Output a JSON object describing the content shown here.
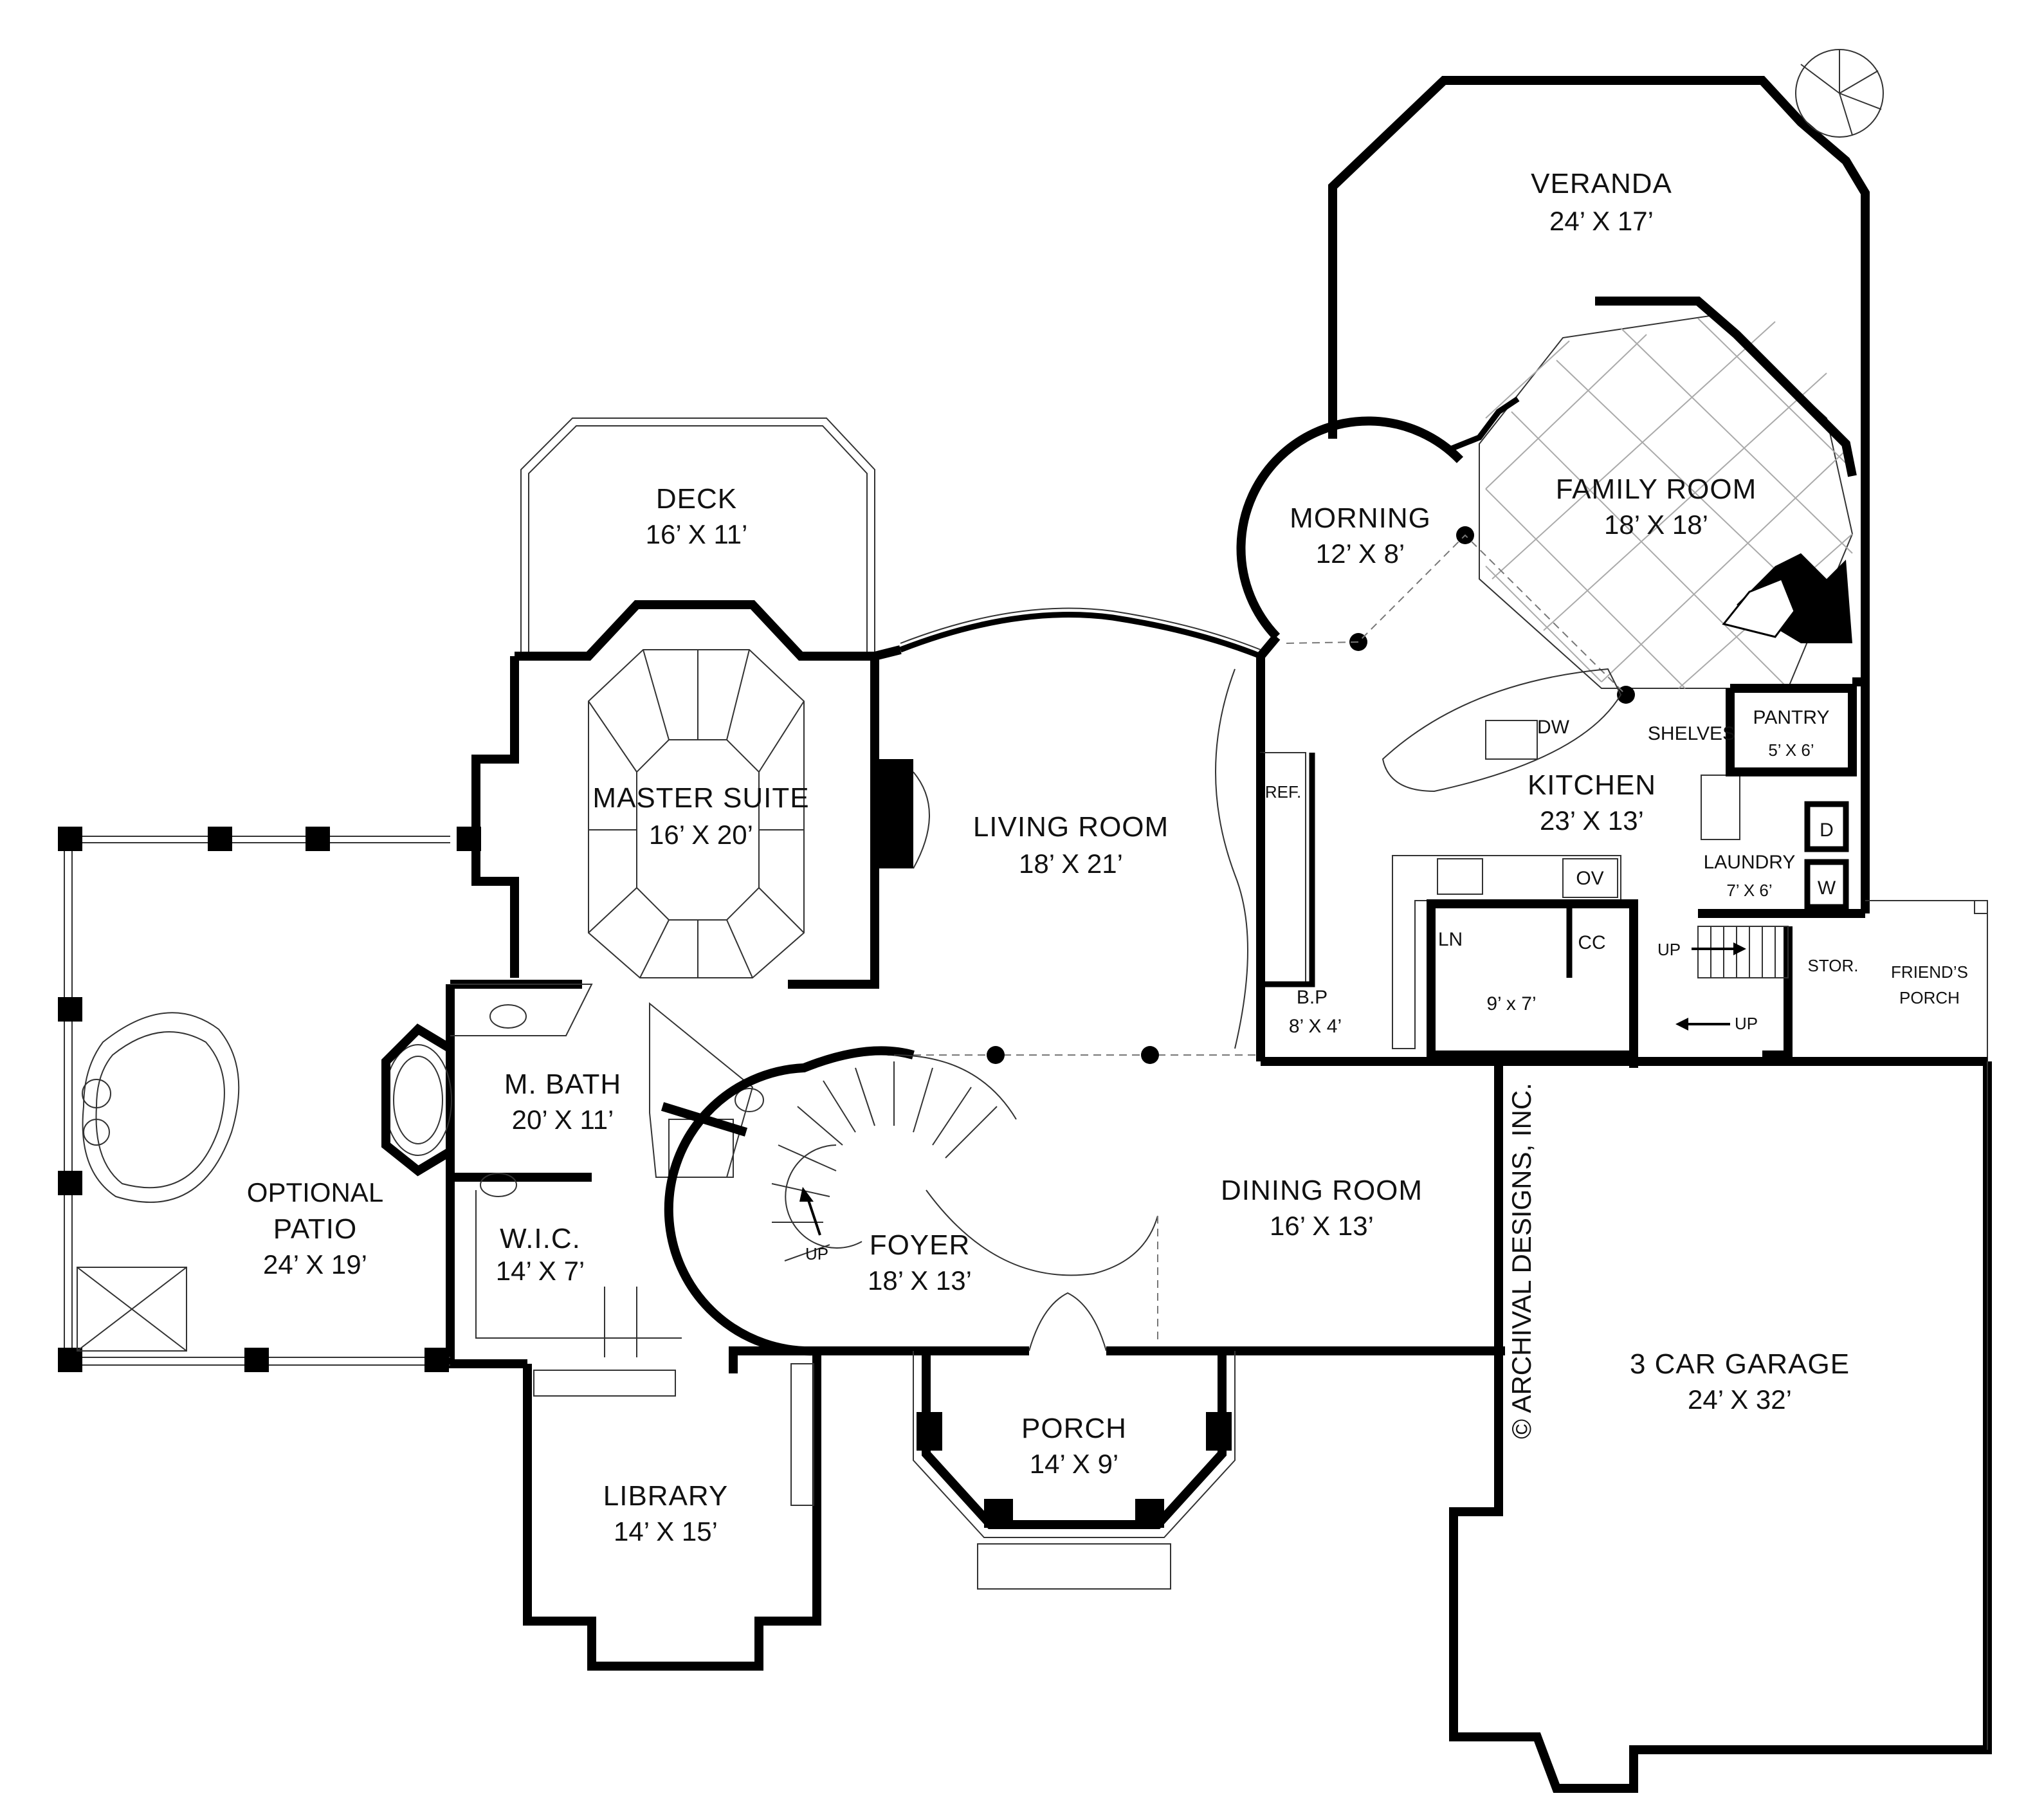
{
  "plan": {
    "title": "",
    "rooms": [
      {
        "id": "veranda",
        "name": "VERANDA",
        "dims": "24’ X 17’"
      },
      {
        "id": "family_room",
        "name": "FAMILY ROOM",
        "dims": "18’ X 18’"
      },
      {
        "id": "morning",
        "name": "MORNING",
        "dims": "12’ X 8’"
      },
      {
        "id": "deck",
        "name": "DECK",
        "dims": "16’ X 11’"
      },
      {
        "id": "master_suite",
        "name": "MASTER SUITE",
        "dims": "16’ X 20’"
      },
      {
        "id": "living_room",
        "name": "LIVING ROOM",
        "dims": "18’ X 21’"
      },
      {
        "id": "kitchen",
        "name": "KITCHEN",
        "dims": "23’ X 13’"
      },
      {
        "id": "pantry",
        "name": "PANTRY",
        "dims": "5’ X 6’"
      },
      {
        "id": "laundry",
        "name": "LAUNDRY",
        "dims": "7’ X 6’"
      },
      {
        "id": "bp",
        "name": "B.P",
        "dims": "8’ X 4’"
      },
      {
        "id": "powder",
        "name": "",
        "dims": "9’ x 7’"
      },
      {
        "id": "m_bath",
        "name": "M. BATH",
        "dims": "20’ X 11’"
      },
      {
        "id": "wic",
        "name": "W.I.C.",
        "dims": "14’ X 7’"
      },
      {
        "id": "foyer",
        "name": "FOYER",
        "dims": "18’ X 13’"
      },
      {
        "id": "dining_room",
        "name": "DINING ROOM",
        "dims": "16’ X 13’"
      },
      {
        "id": "porch",
        "name": "PORCH",
        "dims": "14’ X  9’"
      },
      {
        "id": "library",
        "name": "LIBRARY",
        "dims": "14’ X 15’"
      },
      {
        "id": "garage",
        "name": "3 CAR GARAGE",
        "dims": "24’ X 32’"
      }
    ],
    "patio": {
      "prefix": "OPTIONAL",
      "name": "PATIO",
      "dims": "24’ X 19’"
    },
    "small_labels": {
      "shelves": "SHELVES",
      "dw": "DW",
      "ref": "REF.",
      "ov": "OV",
      "cc": "CC",
      "ln": "LN",
      "stor": "STOR.",
      "friends_porch_1": "FRIEND’S",
      "friends_porch_2": "PORCH",
      "dryer": "D",
      "washer": "W",
      "up_foyer": "UP",
      "up_laundry": "UP",
      "up_garage": "UP"
    },
    "copyright": "© ARCHIVAL DESIGNS, INC."
  },
  "colors": {
    "wall": "#000000",
    "line": "#333333",
    "background": "#ffffff"
  }
}
